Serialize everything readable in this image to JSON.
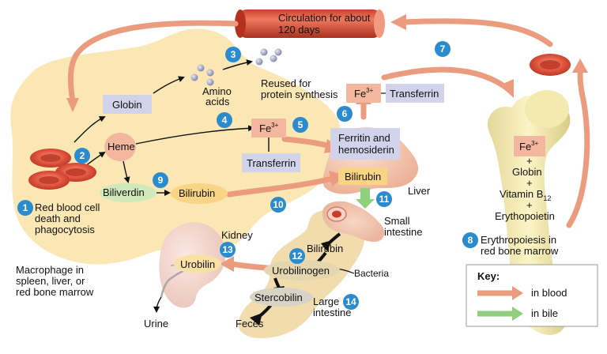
{
  "colors": {
    "blood_arrow": "#ec9c7e",
    "bile_arrow": "#8fcf7e",
    "macrophage": "#fbe7b4",
    "intestine": "#f1dcae",
    "badge": "#2a8bcf",
    "purple_box": "#d2d3ea",
    "rbc": "#d9503b",
    "liver": "#f4c3a8"
  },
  "circulation": {
    "line1": "Circulation for about",
    "line2": "120 days"
  },
  "steps": {
    "s1": "1",
    "s2": "2",
    "s3": "3",
    "s4": "4",
    "s5": "5",
    "s6": "6",
    "s7": "7",
    "s8": "8",
    "s9": "9",
    "s10": "10",
    "s11": "11",
    "s12": "12",
    "s13": "13",
    "s14": "14"
  },
  "labels": {
    "rbc_death": [
      "Red blood cell",
      "death and",
      "phagocytosis"
    ],
    "macrophage": [
      "Macrophage in",
      "spleen, liver, or",
      "red bone marrow"
    ],
    "globin": "Globin",
    "heme": "Heme",
    "amino_acids": [
      "Amino",
      "acids"
    ],
    "reused": [
      "Reused for",
      "protein synthesis"
    ],
    "fe": "Fe",
    "fe_sup": "3+",
    "transferrin": "Transferrin",
    "biliverdin": "Biliverdin",
    "bilirubin": "Bilirubin",
    "ferritin": [
      "Ferritin and",
      "hemosiderin"
    ],
    "liver": "Liver",
    "small_intestine": [
      "Small",
      "intestine"
    ],
    "urobilinogen": "Urobilinogen",
    "bacteria": "Bacteria",
    "urobilin": "Urobilin",
    "stercobilin": "Stercobilin",
    "large_intestine": [
      "Large",
      "intestine"
    ],
    "feces": "Feces",
    "kidney": "Kidney",
    "urine": "Urine",
    "bone_globin": "Globin",
    "plus": "+",
    "vitamin": "Vitamin B",
    "vitamin_sub": "12",
    "erythropoietin": "Erythopoietin",
    "erythropoiesis": [
      "Erythropoiesis in",
      "red bone marrow"
    ]
  },
  "key": {
    "title": "Key:",
    "blood": "in blood",
    "bile": "in bile"
  }
}
